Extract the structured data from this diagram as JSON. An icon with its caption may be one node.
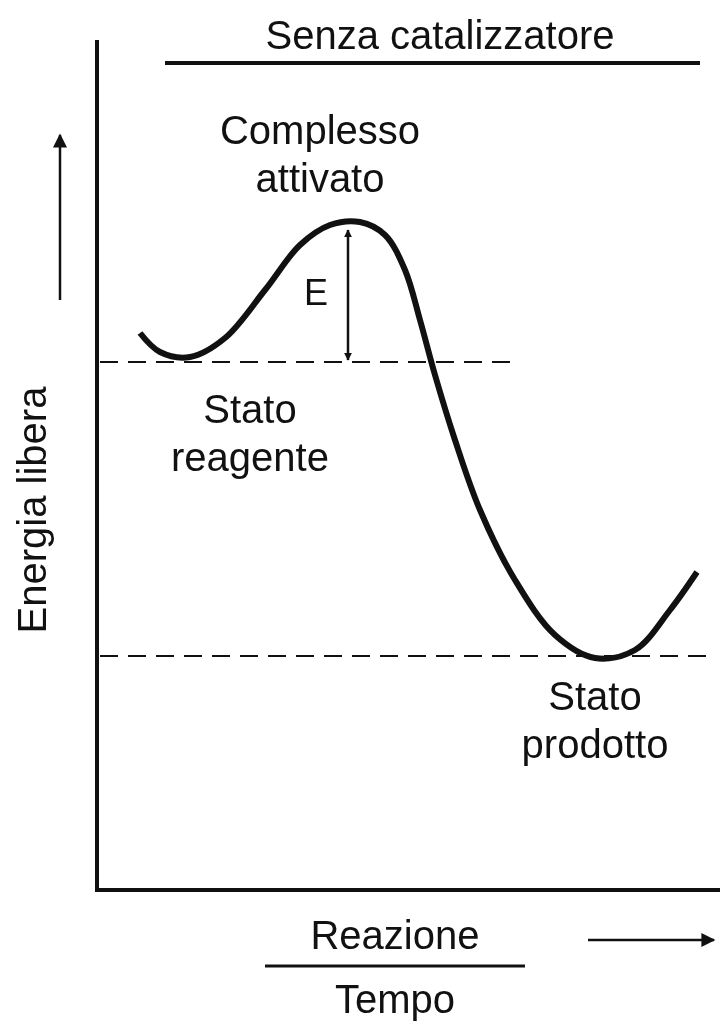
{
  "diagram": {
    "title": "Senza catalizzatore",
    "labels": [
      "Complesso attivato",
      "E",
      "Stato reagente",
      "Energia libera",
      "Stato prodotto",
      "Reazione",
      "Tempo"
    ]
  }
}
